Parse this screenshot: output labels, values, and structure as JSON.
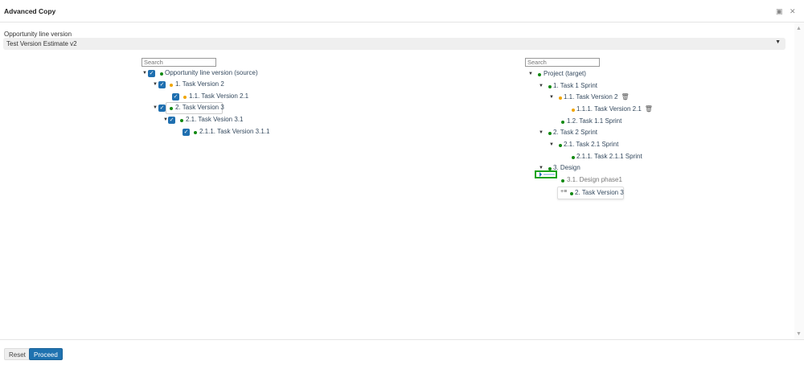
{
  "header": {
    "title": "Advanced Copy",
    "icons": [
      "minimize-icon",
      "close-icon"
    ]
  },
  "form": {
    "label": "Opportunity line version",
    "selected": "Test Version Estimate v2"
  },
  "source_tree": {
    "search_placeholder": "Search",
    "rows": [
      {
        "label": "Opportunity line version (source)",
        "status": "green"
      },
      {
        "label": "1. Task Version 2",
        "status": "orange"
      },
      {
        "label": "1.1. Task Version 2.1",
        "status": "orange"
      },
      {
        "label": "2. Task Version 3",
        "status": "green"
      },
      {
        "label": "2.1. Task Vesion 3.1",
        "status": "green"
      },
      {
        "label": "2.1.1. Task Version 3.1.1",
        "status": "green"
      }
    ]
  },
  "target_tree": {
    "search_placeholder": "Search",
    "rows": [
      {
        "label": "Project (target)",
        "status": "green"
      },
      {
        "label": "1. Task 1 Sprint",
        "status": "green"
      },
      {
        "label": "1.1. Task Version 2",
        "status": "orange"
      },
      {
        "label": "1.1.1. Task Version 2.1",
        "status": "orange"
      },
      {
        "label": "1.2. Task 1.1 Sprint",
        "status": "green"
      },
      {
        "label": "2. Task 2 Sprint",
        "status": "green"
      },
      {
        "label": "2.1. Task 2.1 Sprint",
        "status": "green"
      },
      {
        "label": "2.1.1. Task 2.1.1 Sprint",
        "status": "green"
      },
      {
        "label": "3. Design",
        "status": "green"
      },
      {
        "label": "3.1. Design phase1",
        "status": "green"
      }
    ]
  },
  "drag_helper": {
    "label": "2. Task Version 3"
  },
  "footer": {
    "reset": "Reset",
    "proceed": "Proceed"
  },
  "colors": {
    "green": "#138a13",
    "orange": "#f0a500",
    "primary": "#1f72b0",
    "drop_indicator": "#1aa31a"
  }
}
